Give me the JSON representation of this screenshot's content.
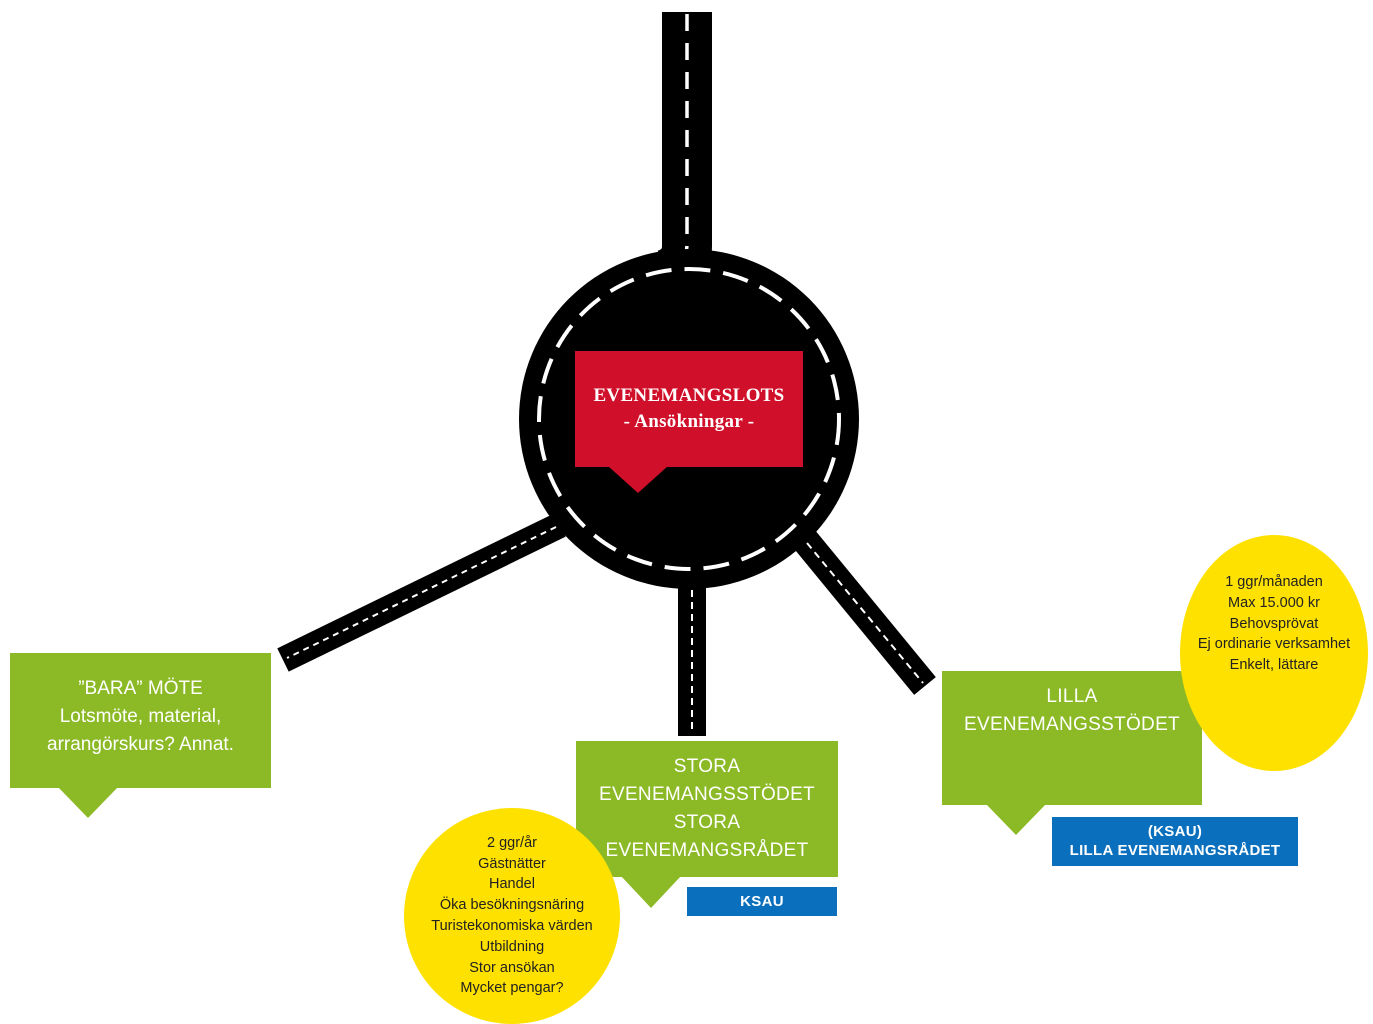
{
  "colors": {
    "road": "#000000",
    "lane_marking": "#ffffff",
    "center_box": "#d0102a",
    "option_box": "#8cba27",
    "decision_tag": "#0a6fbd",
    "criteria_circle": "#ffe100"
  },
  "center": {
    "title": "EVENEMANGSLOTS",
    "subtitle": "- Ansökningar -"
  },
  "options": {
    "bara": {
      "lines": [
        "”BARA” MÖTE",
        "Lotsmöte, material,",
        "arrangörskurs? Annat."
      ]
    },
    "stora": {
      "lines": [
        "STORA",
        "EVENEMANGSSTÖDET",
        "STORA",
        "EVENEMANGSRÅDET"
      ],
      "decision": "KSAU",
      "criteria": [
        "2 ggr/år",
        "Gästnätter",
        "Handel",
        "Öka besökningsnäring",
        "Turistekonomiska värden",
        "Utbildning",
        "Stor ansökan",
        "Mycket pengar?"
      ]
    },
    "lilla": {
      "lines": [
        "LILLA",
        "EVENEMANGSSTÖDET"
      ],
      "decision_lines": [
        "(KSAU)",
        "LILLA EVENEMANGSRÅDET"
      ],
      "criteria": [
        "1 ggr/månaden",
        "Max 15.000 kr",
        "Behovsprövat",
        "Ej ordinarie verksamhet",
        "Enkelt, lättare"
      ]
    }
  }
}
